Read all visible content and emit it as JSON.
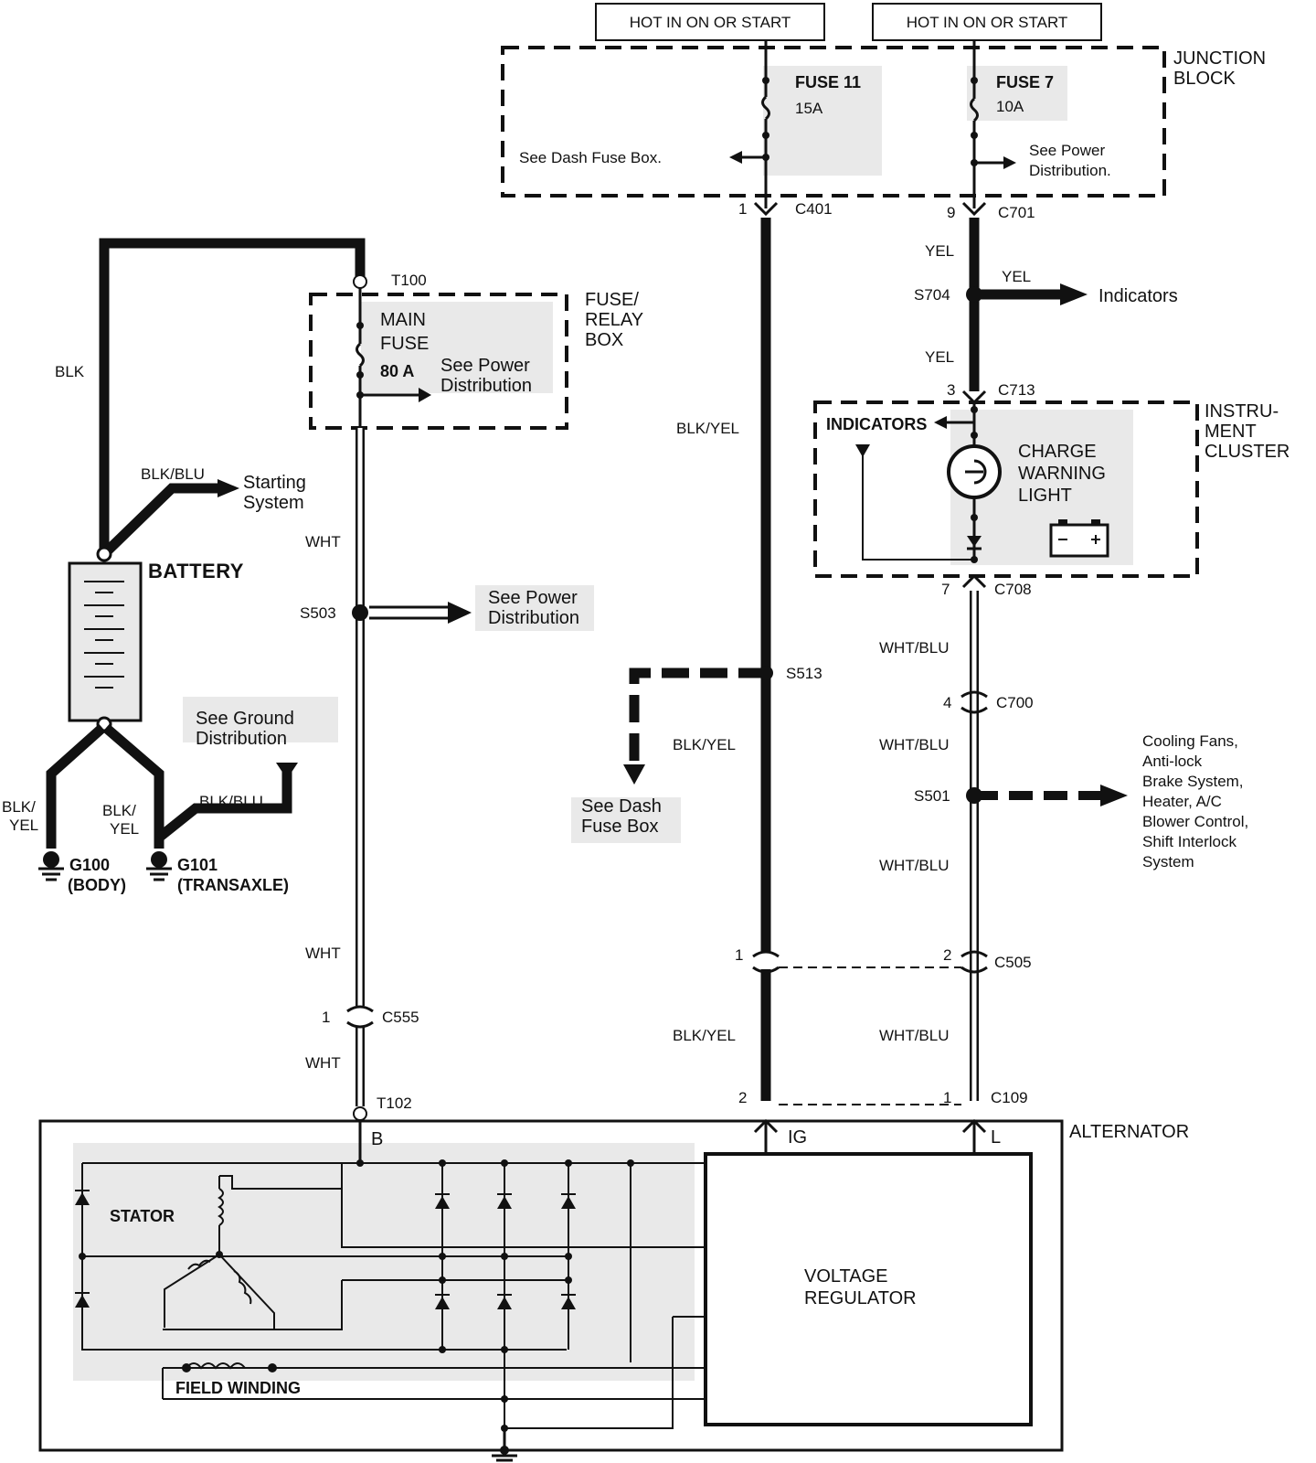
{
  "hot_labels": [
    "HOT IN ON OR START",
    "HOT IN ON OR START"
  ],
  "components": {
    "junction_block": [
      "JUNCTION",
      "BLOCK"
    ],
    "fuse11": {
      "name": "FUSE 11",
      "rating": "15A"
    },
    "fuse7": {
      "name": "FUSE 7",
      "rating": "10A"
    },
    "see_dash_fuse_box_top": "See Dash Fuse Box.",
    "see_power_dist_top": [
      "See Power",
      "Distribution."
    ],
    "fuse_relay_box": [
      "FUSE/",
      "RELAY",
      "BOX"
    ],
    "main_fuse": [
      "MAIN",
      "FUSE",
      "80 A"
    ],
    "see_power_dist_fuse": [
      "See Power",
      "Distribution"
    ],
    "battery": "BATTERY",
    "starting_system": [
      "Starting",
      "System"
    ],
    "see_power_dist_s503": [
      "See Power",
      "Distribution"
    ],
    "see_ground_dist": [
      "See Ground",
      "Distribution"
    ],
    "g100": [
      "G100",
      "(BODY)"
    ],
    "g101": [
      "G101",
      "(TRANSAXLE)"
    ],
    "see_dash_fuse_box_s513": [
      "See Dash",
      "Fuse Box"
    ],
    "instrument_cluster": [
      "INSTRU-",
      "MENT",
      "CLUSTER"
    ],
    "indicators_cluster": "INDICATORS",
    "charge_warning_light": [
      "CHARGE",
      "WARNING",
      "LIGHT"
    ],
    "indicators_s704": "Indicators",
    "s501_loads": [
      "Cooling Fans,",
      "Anti-lock",
      "Brake System,",
      "Heater, A/C",
      "Blower Control,",
      "Shift Interlock",
      "System"
    ],
    "alternator": "ALTERNATOR",
    "stator": "STATOR",
    "field_winding": "FIELD WINDING",
    "voltage_regulator": [
      "VOLTAGE",
      "REGULATOR"
    ],
    "terminals": {
      "b": "B",
      "ig": "IG",
      "l": "L"
    }
  },
  "wire_labels": {
    "blk": "BLK",
    "blk_blu_start": "BLK/BLU",
    "blk_yel_g100": [
      "BLK/",
      "YEL"
    ],
    "blk_yel_g101": [
      "BLK/",
      "YEL"
    ],
    "blk_blu_gnd": "BLK/BLU",
    "wht1": "WHT",
    "wht2": "WHT",
    "wht3": "WHT",
    "blk_yel1": "BLK/YEL",
    "blk_yel2": "BLK/YEL",
    "blk_yel3": "BLK/YEL",
    "yel1": "YEL",
    "yel2": "YEL",
    "yel3": "YEL",
    "wht_blu1": "WHT/BLU",
    "wht_blu2": "WHT/BLU",
    "wht_blu3": "WHT/BLU",
    "wht_blu4": "WHT/BLU"
  },
  "connectors": {
    "t100": "T100",
    "t102": "T102",
    "s503": "S503",
    "s513": "S513",
    "s704": "S704",
    "s501": "S501",
    "c401": "C401",
    "c401_pin": "1",
    "c701": "C701",
    "c701_pin": "9",
    "c713": "C713",
    "c713_pin": "3",
    "c708": "C708",
    "c708_pin": "7",
    "c700": "C700",
    "c700_pin": "4",
    "c505": "C505",
    "c505_pin_a": "1",
    "c505_pin_b": "2",
    "c555": "C555",
    "c555_pin": "1",
    "c109": "C109",
    "c109_pin_a": "2",
    "c109_pin_b": "1"
  }
}
